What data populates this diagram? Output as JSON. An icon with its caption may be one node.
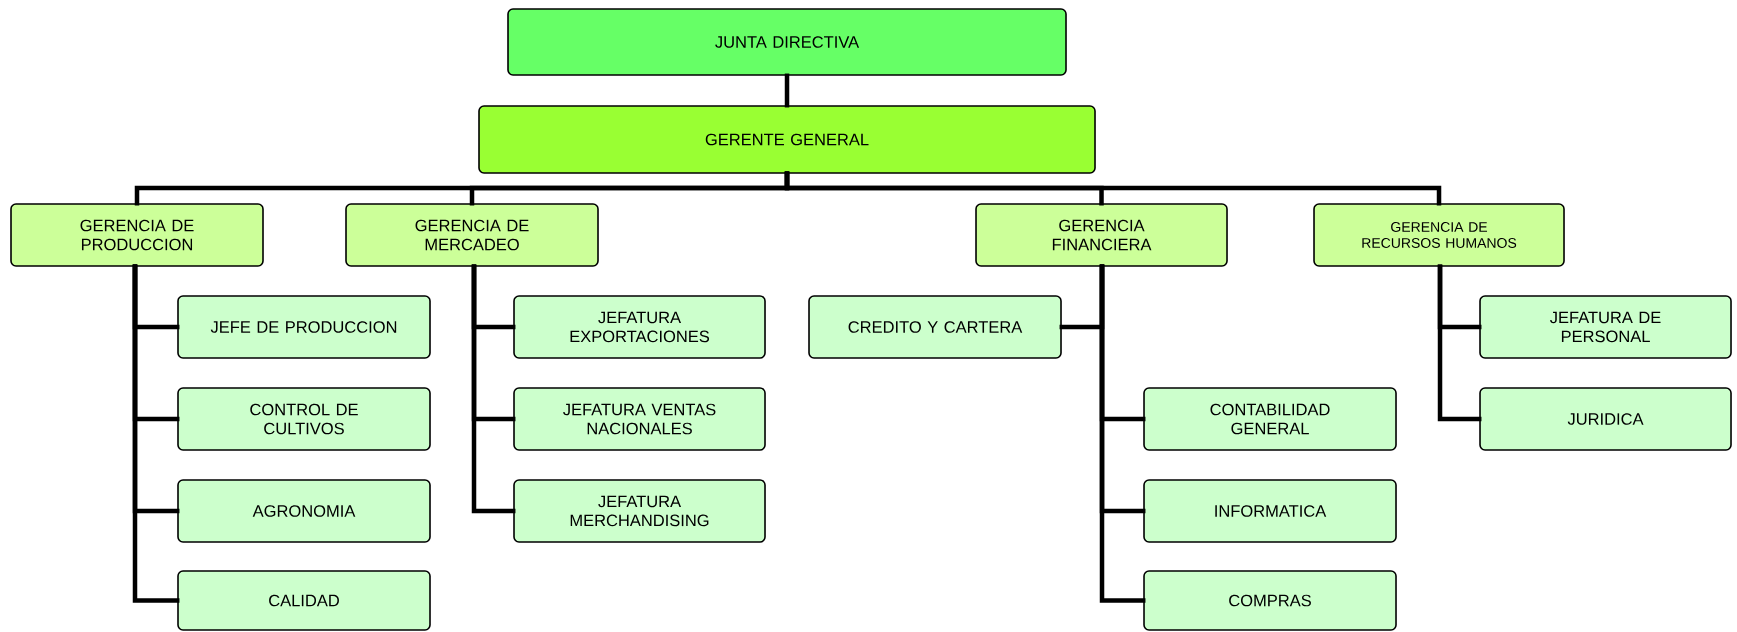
{
  "diagram": {
    "nodes": [
      {
        "text": [
          "JUNTA DIRECTIVA"
        ]
      },
      {
        "text": [
          "GERENTE GENERAL"
        ]
      },
      {
        "text": [
          "GERENCIA DE PRODUCCION"
        ]
      },
      {
        "text": [
          "GERENCIA DE MERCADEO"
        ]
      },
      {
        "text": [
          "GERENCIA FINANCIERA"
        ]
      },
      {
        "text": [
          "GERENCIA DE RECURSOS HUMANOS"
        ]
      },
      {
        "text": [
          "JEFE DE PRODUCCION"
        ]
      },
      {
        "text": [
          "CONTROL DE CULTIVOS"
        ]
      },
      {
        "text": [
          "AGRONOMIA"
        ]
      },
      {
        "text": [
          "CALIDAD"
        ]
      },
      {
        "text": [
          "JEFATURA EXPORTACIONES"
        ]
      },
      {
        "text": [
          "JEFATURA VENTAS NACIONALES"
        ]
      },
      {
        "text": [
          "JEFATURA MERCHANDISING"
        ]
      },
      {
        "text": [
          "CREDITO Y CARTERA"
        ]
      },
      {
        "text": [
          "CONTABILIDAD GENERAL"
        ]
      },
      {
        "text": [
          "INFORMATICA"
        ]
      },
      {
        "text": [
          "COMPRAS"
        ]
      },
      {
        "text": [
          "JEFATURA DE PERSONAL"
        ]
      },
      {
        "text": [
          "JURIDICA"
        ]
      }
    ],
    "edges": [
      {
        "from": 0,
        "to": 1,
        "arrow": "none"
      },
      {
        "from": 1,
        "to": 2,
        "arrow": "none"
      },
      {
        "from": 1,
        "to": 3,
        "arrow": "none"
      },
      {
        "from": 1,
        "to": 4,
        "arrow": "none"
      },
      {
        "from": 1,
        "to": 5,
        "arrow": "none"
      },
      {
        "from": 2,
        "to": 6,
        "arrow": "none"
      },
      {
        "from": 2,
        "to": 7,
        "arrow": "none"
      },
      {
        "from": 2,
        "to": 8,
        "arrow": "none"
      },
      {
        "from": 2,
        "to": 9,
        "arrow": "none"
      },
      {
        "from": 3,
        "to": 10,
        "arrow": "none"
      },
      {
        "from": 3,
        "to": 11,
        "arrow": "none"
      },
      {
        "from": 3,
        "to": 12,
        "arrow": "none"
      },
      {
        "from": 4,
        "to": 13,
        "arrow": "none"
      },
      {
        "from": 4,
        "to": 14,
        "arrow": "none"
      },
      {
        "from": 4,
        "to": 15,
        "arrow": "none"
      },
      {
        "from": 4,
        "to": 16,
        "arrow": "none"
      },
      {
        "from": 5,
        "to": 17,
        "arrow": "none"
      },
      {
        "from": 5,
        "to": 18,
        "arrow": "none"
      }
    ]
  }
}
